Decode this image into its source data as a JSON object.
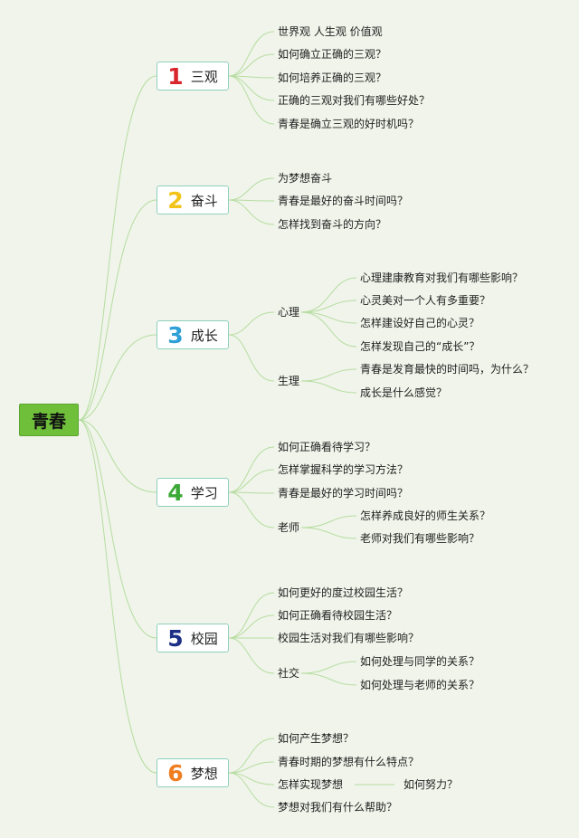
{
  "root": "青春",
  "colors": {
    "line": "#b6dda1",
    "root_bg": "#6fbf3b",
    "branch_border": "#8fd0bd",
    "n1": "#d8262c",
    "n2": "#f2c318",
    "n3": "#2f9fd8",
    "n4": "#3aa935",
    "n5": "#1e2f86",
    "n6": "#f07d1f"
  },
  "branches": [
    {
      "num": "1",
      "label": "三观",
      "items": [
        "世界观 人生观 价值观",
        "如何确立正确的三观？",
        "如何培养正确的三观？",
        "正确的三观对我们有哪些好处？",
        "青春是确立三观的好时机吗？"
      ]
    },
    {
      "num": "2",
      "label": "奋斗",
      "items": [
        "为梦想奋斗",
        "青春是最好的奋斗时间吗？",
        "怎样找到奋斗的方向？"
      ]
    },
    {
      "num": "3",
      "label": "成长",
      "groups": [
        {
          "label": "心理",
          "items": [
            "心理建康教育对我们有哪些影响？",
            "心灵美对一个人有多重要？",
            "怎样建设好自己的心灵？",
            "怎样发现自己的“成长”？"
          ]
        },
        {
          "label": "生理",
          "items": [
            "青春是发育最快的时间吗，为什么？",
            "成长是什么感觉？"
          ]
        }
      ]
    },
    {
      "num": "4",
      "label": "学习",
      "items": [
        "如何正确看待学习？",
        "怎样掌握科学的学习方法？",
        "青春是最好的学习时间吗？"
      ],
      "group": {
        "label": "老师",
        "items": [
          "怎样养成良好的师生关系？",
          "老师对我们有哪些影响？"
        ]
      }
    },
    {
      "num": "5",
      "label": "校园",
      "items": [
        "如何更好的度过校园生活？",
        "如何正确看待校园生活？",
        "校园生活对我们有哪些影响？"
      ],
      "group": {
        "label": "社交",
        "items": [
          "如何处理与同学的关系？",
          "如何处理与老师的关系？"
        ]
      }
    },
    {
      "num": "6",
      "label": "梦想",
      "items": [
        "如何产生梦想？",
        "青春时期的梦想有什么特点？",
        "怎样实现梦想",
        "梦想对我们有什么帮助？"
      ],
      "sub": "如何努力？"
    }
  ]
}
